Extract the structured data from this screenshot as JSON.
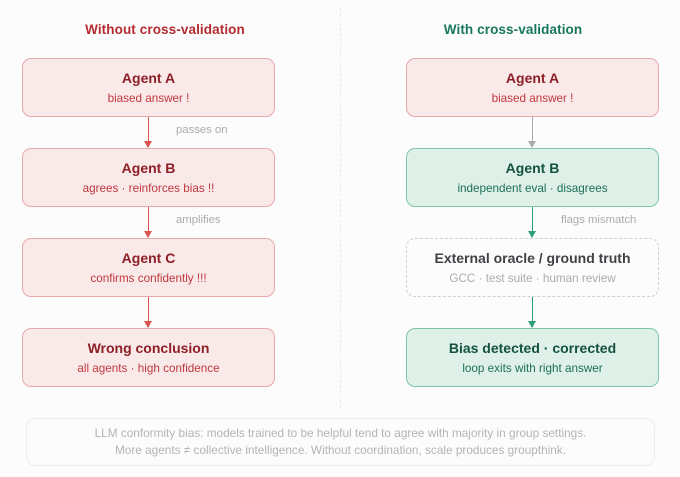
{
  "background_color": "#fcfcfc",
  "colors": {
    "red_accent": "#b32b30",
    "red_border": "#e8a9ac",
    "red_fill": "#fae9e9",
    "green_accent": "#16775c",
    "green_border": "#7fc6a8",
    "green_fill": "#def0e7",
    "grey_label": "#a9abaf",
    "dashed_border": "#cfcfd2"
  },
  "columns": {
    "left": {
      "header": "Without cross-validation",
      "nodes": [
        {
          "title": "Agent A",
          "sub": "biased answer !",
          "style": "red"
        },
        {
          "title": "Agent B",
          "sub": "agrees · reinforces bias !!",
          "style": "red"
        },
        {
          "title": "Agent C",
          "sub": "confirms confidently !!!",
          "style": "red"
        },
        {
          "title": "Wrong conclusion",
          "sub": "all agents · high confidence",
          "style": "red"
        }
      ],
      "edges": [
        {
          "label": "passes on",
          "color": "red"
        },
        {
          "label": "amplifies",
          "color": "red"
        },
        {
          "label": "",
          "color": "red"
        }
      ]
    },
    "right": {
      "header": "With cross-validation",
      "nodes": [
        {
          "title": "Agent A",
          "sub": "biased answer !",
          "style": "red"
        },
        {
          "title": "Agent B",
          "sub": "independent eval · disagrees",
          "style": "green"
        },
        {
          "title": "External oracle / ground truth",
          "sub": "GCC · test suite · human review",
          "style": "dashed"
        },
        {
          "title": "Bias detected · corrected",
          "sub": "loop exits with right answer",
          "style": "green"
        }
      ],
      "edges": [
        {
          "label": "",
          "color": "grey"
        },
        {
          "label": "flags mismatch",
          "color": "green"
        },
        {
          "label": "",
          "color": "green"
        }
      ]
    }
  },
  "footer": {
    "line1": "LLM conformity bias: models trained to be helpful tend to agree with majority in group settings.",
    "line2": "More agents ≠ collective intelligence. Without coordination, scale produces groupthink."
  }
}
